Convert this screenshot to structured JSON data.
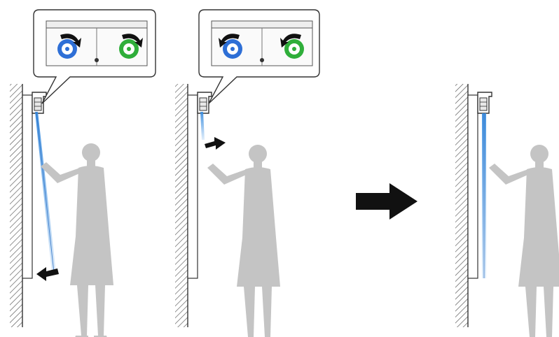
{
  "panels": [
    {
      "id": "step-1",
      "callout": {
        "left_dial_color": "#2e6fd6",
        "right_dial_color": "#2fae3a"
      },
      "beam_color": "#3d8fe0"
    },
    {
      "id": "step-2",
      "callout": {
        "left_dial_color": "#2e6fd6",
        "right_dial_color": "#2fae3a"
      },
      "beam_color": "#3d8fe0"
    },
    {
      "id": "result",
      "beam_color": "#3d8fe0"
    }
  ],
  "colors": {
    "figure": "#c4c4c4",
    "arrow": "#111111",
    "outline": "#333333",
    "wall_hatch": "#555555"
  },
  "icons": [
    "hatched-wall",
    "projector",
    "callout-bubble",
    "adjustment-dial",
    "rotate-arrow",
    "person-silhouette",
    "move-arrow",
    "process-arrow"
  ]
}
